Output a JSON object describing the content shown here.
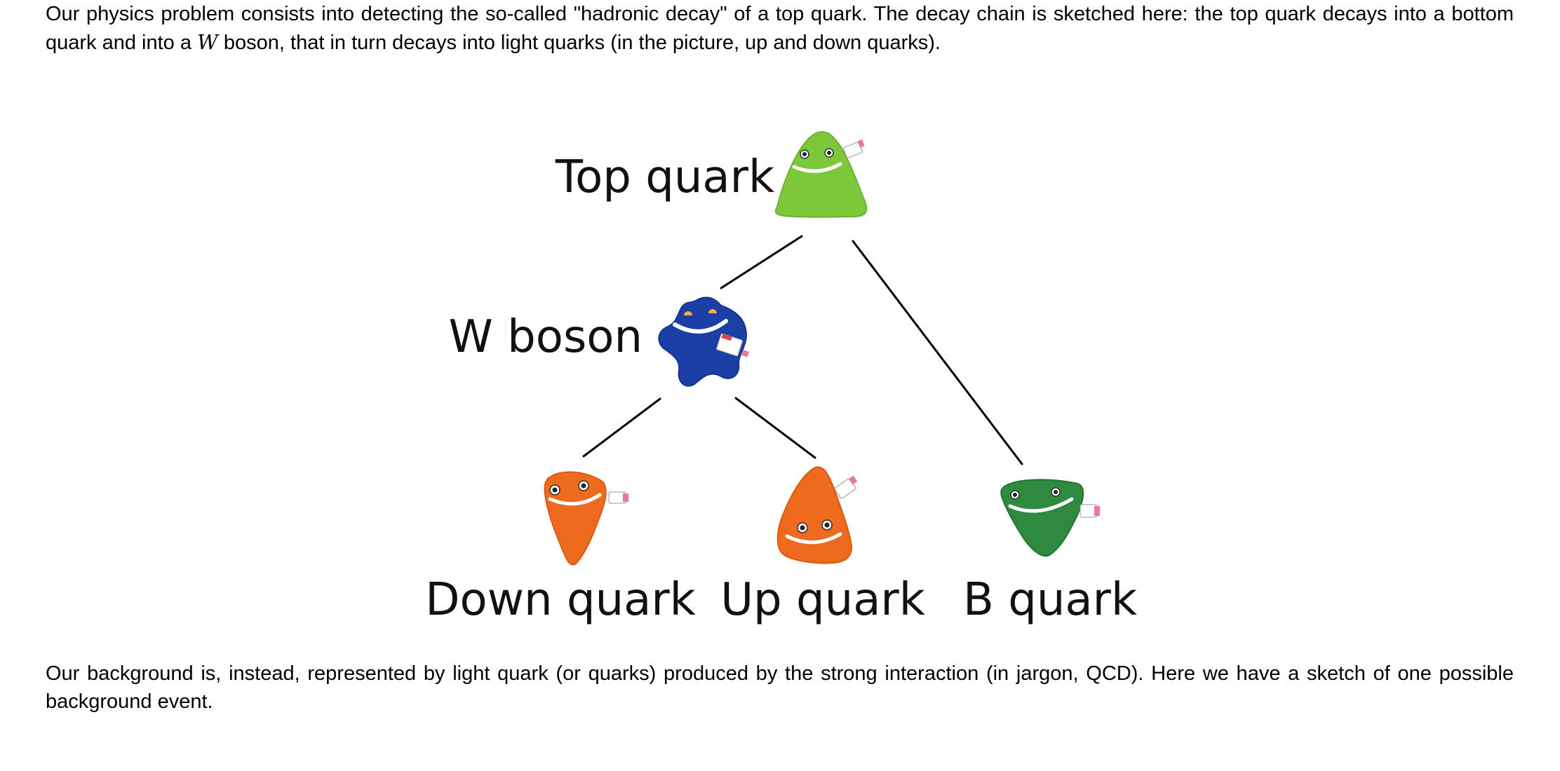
{
  "paragraphs": {
    "intro_before_var": "Our physics problem consists into detecting the so-called \"hadronic decay\" of a top quark. The decay chain is sketched here: the top quark decays into a bottom quark and into a ",
    "intro_var": "W",
    "intro_after_var": " boson, that in turn decays into light quarks (in the picture, up and down quarks).",
    "background": "Our background is, instead, represented by light quark (or quarks) produced by the strong interaction (in jargon, QCD). Here we have a sketch of one possible background event."
  },
  "diagram": {
    "labels": {
      "top": "Top quark",
      "w": "W boson",
      "down": "Down quark",
      "up": "Up quark",
      "b": "B quark"
    }
  },
  "colors": {
    "top_quark": "#7cc83a",
    "w_boson": "#1c3fa6",
    "down_quark": "#ee6a1f",
    "up_quark": "#ee6a1f",
    "b_quark": "#2e8a3e"
  }
}
